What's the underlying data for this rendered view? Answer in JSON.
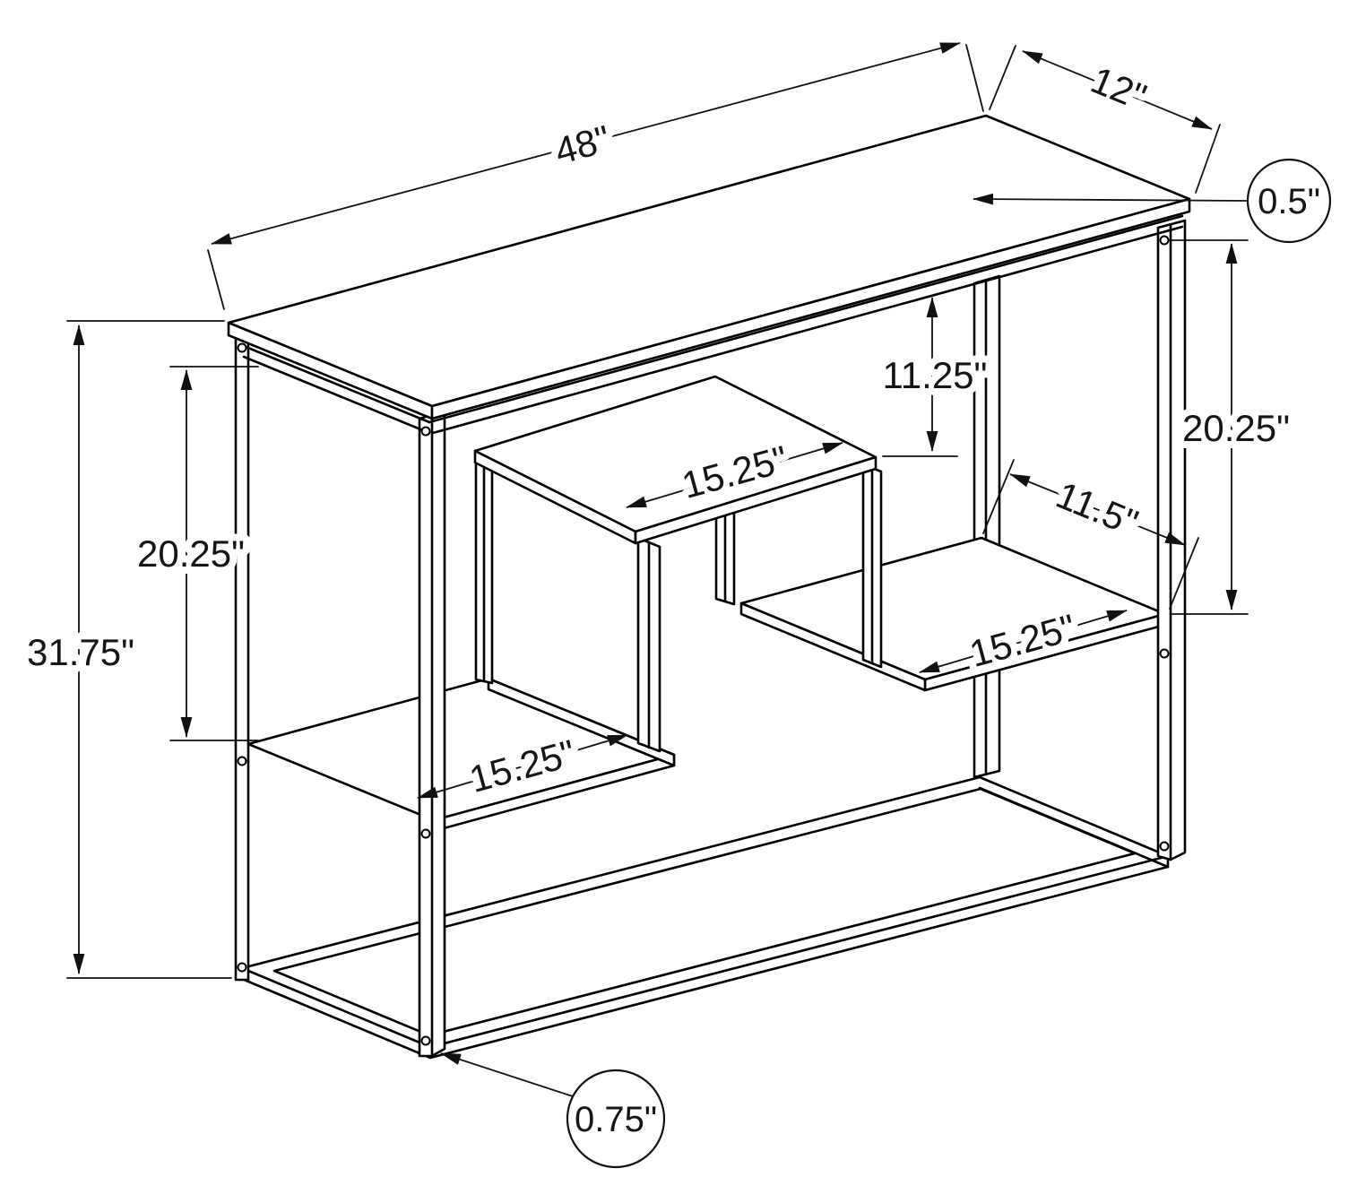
{
  "diagram": {
    "type": "furniture-dimension-drawing",
    "subject": "console accent table with offset shelves",
    "units": "inches",
    "dims": {
      "top_length": "48\"",
      "top_depth": "12\"",
      "top_thickness": "0.5\"",
      "top_to_center_shelf": "11.25\"",
      "right_opening_height": "20.25\"",
      "left_opening_height": "20.25\"",
      "overall_height": "31.75\"",
      "shelf_depth": "11.5\"",
      "center_shelf_length": "15.25\"",
      "left_shelf_length": "15.25\"",
      "right_shelf_length": "15.25\"",
      "frame_tube_size": "0.75\""
    }
  }
}
